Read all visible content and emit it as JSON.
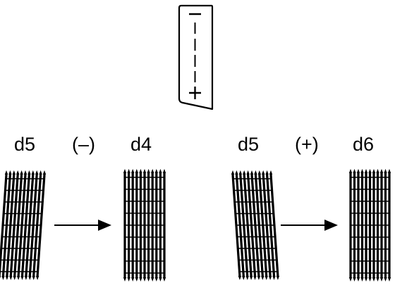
{
  "scale": {
    "minus_label": "–",
    "plus_label": "+",
    "mark_count": 4
  },
  "left_group": {
    "from_label": "d5",
    "direction_label": "(–)",
    "to_label": "d4",
    "from_slant": "right-leaning",
    "to_slant": "upright"
  },
  "right_group": {
    "from_label": "d5",
    "direction_label": "(+)",
    "to_label": "d6",
    "from_slant": "left-leaning",
    "to_slant": "upright"
  },
  "colors": {
    "ink": "#000000",
    "background": "#ffffff"
  }
}
